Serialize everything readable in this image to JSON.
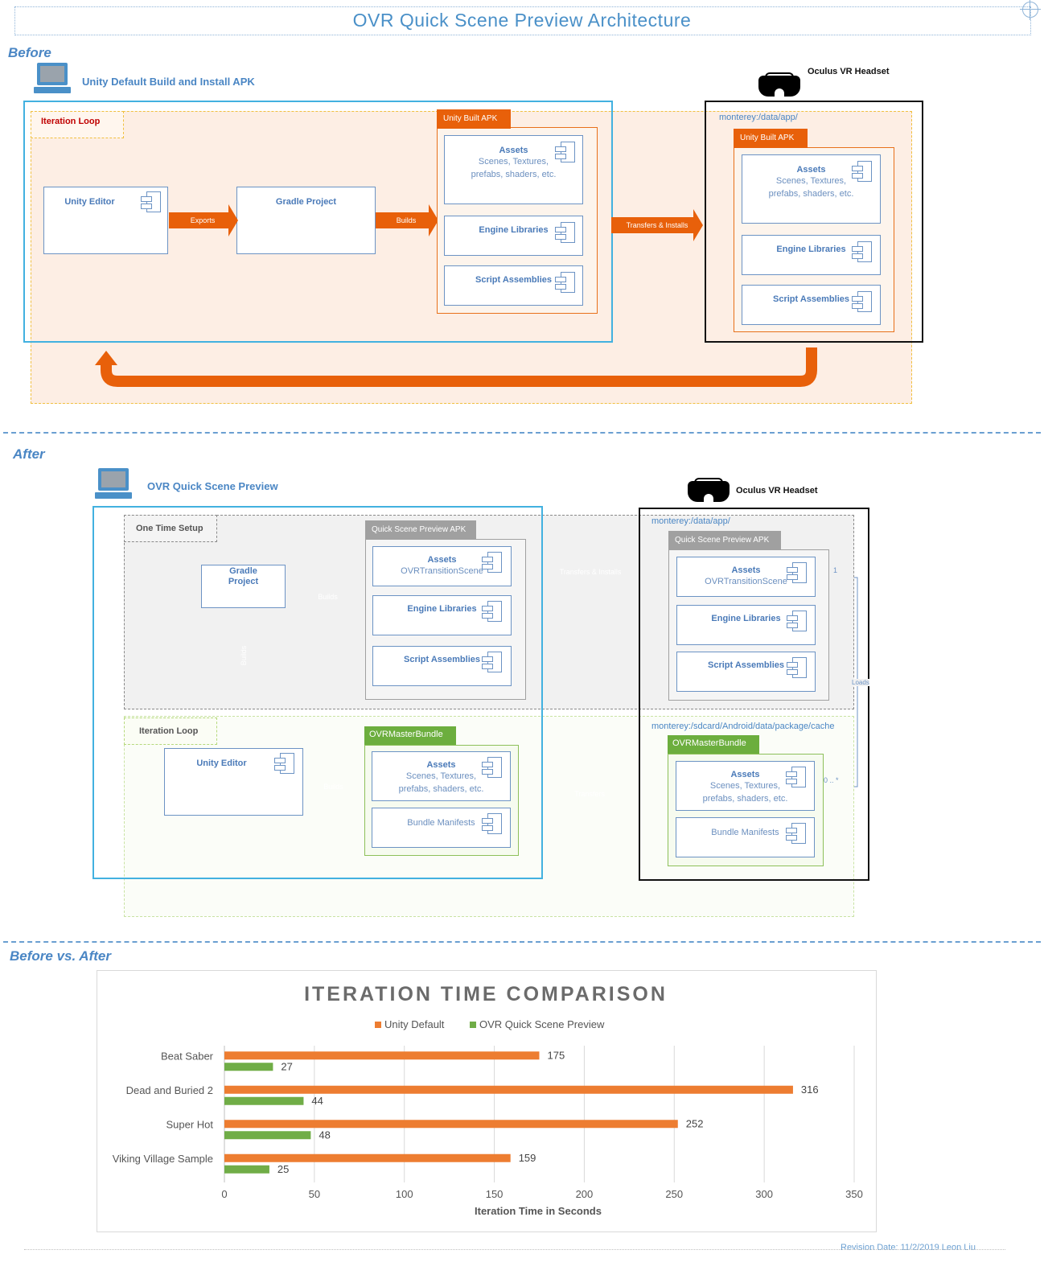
{
  "title": "OVR Quick Scene Preview Architecture",
  "before": {
    "section_label": "Before",
    "tool_title": "Unity Default Build and Install APK",
    "headset_label": "Oculus VR Headset",
    "loop_label": "Iteration Loop",
    "unity_editor": "Unity Editor",
    "gradle_project": "Gradle Project",
    "exports_label": "Exports",
    "builds_label": "Builds",
    "apk_tab": "Unity Built APK",
    "assets_name": "Assets",
    "assets_sub_1": "Scenes, Textures,",
    "assets_sub_2": "prefabs, shaders, etc.",
    "engine_libraries": "Engine Libraries",
    "script_assemblies": "Script Assemblies",
    "transfer_label": "Transfers & Installs",
    "device_path": "monterey:/data/app/",
    "device_apk_tab": "Unity Built APK"
  },
  "after": {
    "section_label": "After",
    "tool_title": "OVR Quick Scene Preview",
    "headset_label": "Oculus VR Headset",
    "one_time_label": "One Time Setup",
    "gradle_project_1": "Gradle",
    "gradle_project_2": "Project",
    "builds_label": "Builds",
    "builds_vertical": "Builds",
    "qsp_apk_tab": "Quick Scene Preview APK",
    "assets_name": "Assets",
    "transition_scene": "OVRTransitionScene",
    "engine_libraries": "Engine Libraries",
    "script_assemblies": "Script Assemblies",
    "transfer_install_label": "Transfers & Installs",
    "device_path": "monterey:/data/app/",
    "device_apk_tab": "Quick Scene Preview APK",
    "multiplicity_one": "1",
    "loads_label": "Loads",
    "iteration_label": "Iteration Loop",
    "unity_editor": "Unity Editor",
    "builds_label_2": "Builds",
    "bundle_tab": "OVRMasterBundle",
    "bundle_assets_sub_1": "Scenes, Textures,",
    "bundle_assets_sub_2": "prefabs, shaders, etc.",
    "bundle_manifests": "Bundle Manifests",
    "transfers_label": "Transfers",
    "cache_path": "monterey:/sdcard/Android/data/package/cache",
    "device_bundle_tab": "OVRMasterBundle",
    "multiplicity_many": "0 .. *"
  },
  "comparison_label": "Before vs. After",
  "chart_data": {
    "type": "bar",
    "orientation": "horizontal",
    "title": "ITERATION TIME COMPARISON",
    "categories": [
      "Beat Saber",
      "Dead and Buried 2",
      "Super Hot",
      "Viking Village Sample"
    ],
    "series": [
      {
        "name": "Unity Default",
        "color": "#ed7d31",
        "values": [
          175,
          316,
          252,
          159
        ]
      },
      {
        "name": "OVR Quick Scene Preview",
        "color": "#70ad47",
        "values": [
          27,
          44,
          48,
          25
        ]
      }
    ],
    "xlabel": "Iteration Time in Seconds",
    "ylabel": "",
    "xlim": [
      0,
      350
    ],
    "ticks": [
      0,
      50,
      100,
      150,
      200,
      250,
      300,
      350
    ],
    "grid": true,
    "legend_position": "top"
  },
  "revision": "Revision Date: 11/2/2019 Leon Liu"
}
